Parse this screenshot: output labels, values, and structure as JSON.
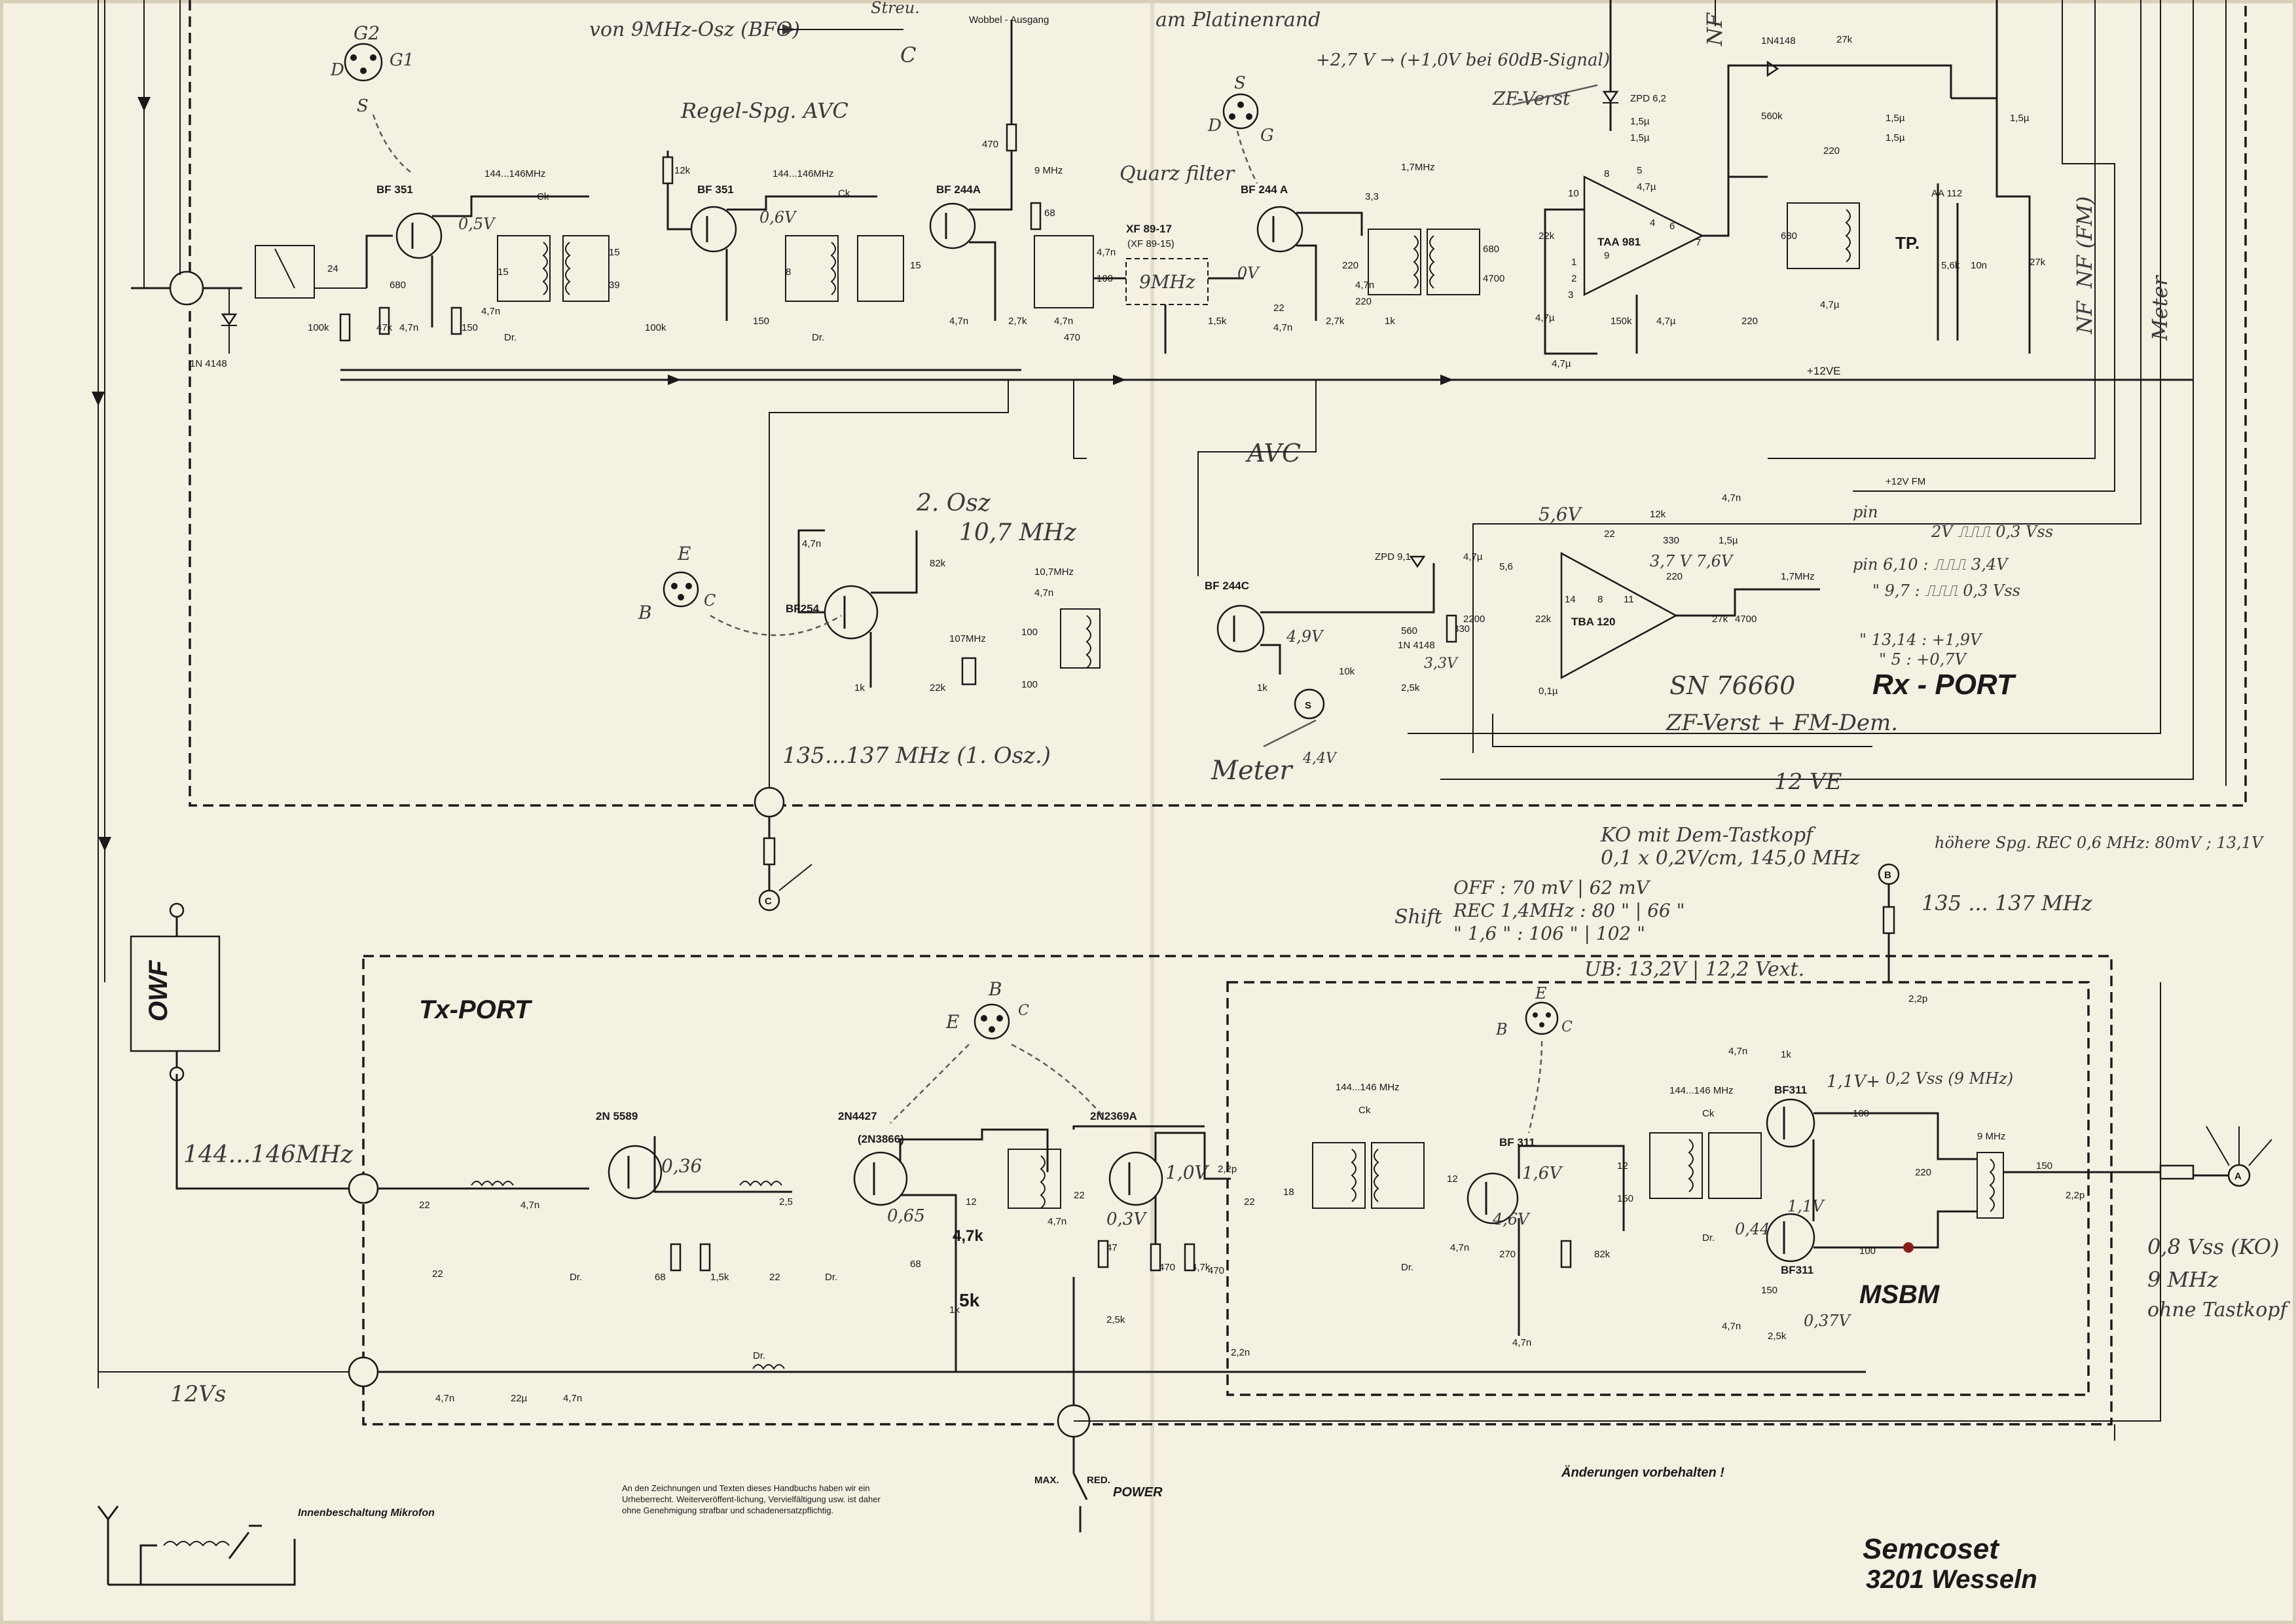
{
  "rx": {
    "port_label": "Rx - PORT",
    "transistors": {
      "t1": "BF 351",
      "t2": "BF 351",
      "t3": "BF 244A",
      "t4": "BF 244 A",
      "osc": "BF254",
      "avc_fet": "BF 244C"
    },
    "ic1": "TAA 981",
    "ic2": "TBA 120",
    "freq_labels": {
      "f1": "144...146MHz",
      "f2": "144...146MHz",
      "f3": "9 MHz",
      "f4": "1,7MHz",
      "f5": "10,7MHz",
      "f6": "107MHz",
      "f7": "1,7MHz"
    },
    "diode1": "1N 4148",
    "diode2": "1N 4148",
    "diode3": "1N4148",
    "diode4": "AA 112",
    "zener1": "ZPD 6,2",
    "zener2": "ZPD 9,1",
    "quartz_filter": {
      "title": "Quarz filter",
      "part": "XF 89-17",
      "alt": "(XF 89-15)",
      "freq": "9MHz"
    },
    "supply_label": "+12VE",
    "supply_fm": "+12V FM",
    "wobbel_label": "Wobbel - Ausgang",
    "pins": {
      "p1": "10",
      "p2": "8",
      "p3": "5",
      "p4": "4",
      "p5": "6",
      "p6": "7",
      "p7": "1",
      "p8": "2",
      "p9": "3",
      "p10": "9",
      "p11": "14",
      "p12": "8",
      "p13": "11"
    },
    "values": {
      "r100k": "100k",
      "c680": "680",
      "r47k": "47k",
      "c47n": "4,7n",
      "r150": "150",
      "c15": "15",
      "c39": "39",
      "c24": "24",
      "r12k": "12k",
      "c470": "470",
      "r68": "68",
      "c100": "100",
      "r27k": "2,7k",
      "r15k": "1,5k",
      "c22": "22",
      "c220": "220",
      "c33": "3,3",
      "r1k": "1k",
      "c680b": "680",
      "c4700": "4700",
      "r22k": "22k",
      "c47u": "4,7µ",
      "r150k": "150k",
      "r560k": "560k",
      "r27kb": "27k",
      "c15u": "1,5µ",
      "r56k": "5,6k",
      "c10n": "10n",
      "r82k": "82k",
      "r560": "560",
      "r330": "330",
      "r10k": "10k",
      "r25k": "2,5k",
      "c56": "5,6",
      "c2200": "2200",
      "c01u": "0,1µ",
      "ck": "Ck",
      "dr": "Dr.",
      "c8": "8"
    }
  },
  "tx": {
    "port_label": "Tx-PORT",
    "transistors": {
      "t1": "2N 5589",
      "t2": "2N4427",
      "t3": "2N2369A",
      "t4": "BF 311",
      "t5": "BF311",
      "t6": "BF311"
    },
    "freq_labels": {
      "f1": "144...146 MHz",
      "f2": "144...146 MHz",
      "f3": "9 MHz"
    },
    "supply_12vs": "12 Vs",
    "msbm_label": "MSBM",
    "owf_label": "OWF",
    "power_switch": {
      "max": "MAX.",
      "red": "RED.",
      "power": "POWER"
    },
    "values": {
      "c22": "22",
      "c47n": "4,7n",
      "c25": "2,5",
      "r68": "68",
      "r15k": "1,5k",
      "c12": "12",
      "c47": "47",
      "r1k": "1k",
      "r470": "470",
      "r47k": "4,7k",
      "r25k": "2,5k",
      "c22p": "2,2p",
      "c22n": "2,2n",
      "c18": "18",
      "r270": "270",
      "r82k": "82k",
      "c150": "150",
      "r100": "100",
      "r220": "220",
      "c22u": "22µ",
      "ck": "Ck",
      "dr": "Dr."
    }
  },
  "annotations": {
    "vfo": "von 9MHz-Osz (BFO)",
    "streu": "Streu.",
    "platinenrand": "am Platinenrand",
    "regel": "Regel-Spg. AVC",
    "zf_verst": "ZF-Verst",
    "plus27v": "+2,7 V → (+1,0V bei 60dB-Signal)",
    "avc": "AVC",
    "osc2": "2. Osz",
    "osc2_freq": "10,7 MHz",
    "osc1": "135...137 MHz (1. Osz.)",
    "meter": "Meter",
    "meter_v": "4,4V",
    "sn76660": "SN 76660",
    "zf_fm": "ZF-Verst + FM-Dem.",
    "v12e": "12 VE",
    "pin_values": "pin  2V ⎍⎍⎍ 0,3 Vss\npin 6,10 :  ⎍⎍⎍ 3,4V\n     \" 9,7 :  ⎍⎍⎍  0,3 Vss\n   \" 13,14 : +1,9V\n   \" 5 : +0,7V",
    "ko_header": "KO mit Dem-Tastkopf",
    "ko_scale": "0,1 x 0,2V/cm, 145,0 MHz",
    "shift_label": "Shift",
    "shift_rows": [
      "OFF        : 70 mV | 62 mV",
      "REC 1,4MHz : 80   \" | 66  \"",
      "  \" 1,6  \"  : 106 \" | 102 \""
    ],
    "ub": "UB: 13,2V | 12,2 Vext.",
    "hohere": "höhere Spg. REC 0,6 MHz: 80mV ; 13,1V",
    "v135": "135 ... 137 MHz",
    "ko_out": "0,8 Vss (KO)\n9 MHz\nohne Tastkopf",
    "nf": "NF",
    "nf_fm": "NF (FM)",
    "nf2": "NF",
    "meter_side": "Meter",
    "v144": "144...146MHz",
    "v12vs": "12Vs",
    "v1_1": "1,1V+",
    "v1_1b": "1,1V",
    "v0_2": "0,2 Vss (9 MHz)",
    "v0_36": "0,36",
    "v0_65": "0,65",
    "v1_0": "1,0V",
    "v0_3": "0,3V",
    "v1_6": "1,6V",
    "v4_6": "4,6V",
    "v0_44": "0,44",
    "v0_37": "0,37V",
    "v0_5": "0,5V",
    "v0_6": "0,6V",
    "v0v": "0V",
    "v4_9": "4,9V",
    "v3_3": "3,3V",
    "v5_6": "5,6V",
    "v3_7": "3,7 V 7,6V",
    "x1_9": "1,9V",
    "tp": "TP.",
    "blue_2v": "(2N3866)",
    "blue_5k": "5k",
    "blue_47k": "4,7k",
    "port_a": "A",
    "port_b": "B",
    "port_c": "C",
    "port_c2": "C",
    "pin_g1": "G1",
    "pin_g2": "G2",
    "pin_d": "D",
    "pin_s": "S",
    "pin_g": "G",
    "pin_e": "E",
    "pin_b": "B",
    "pin_c": "C"
  },
  "footer": {
    "copyright": "An den Zeichnungen und Texten dieses Handbuchs haben wir ein Urheberrecht. Weiterveröffent-lichung, Vervielfältigung usw. ist daher ohne Genehmigung strafbar und schadenersatzpflichtig.",
    "aenderungen": "Änderungen vorbehalten !",
    "mic": "Innenbeschaltung Mikrofon",
    "company": "Semcoset",
    "address": "3201 Wesseln"
  }
}
